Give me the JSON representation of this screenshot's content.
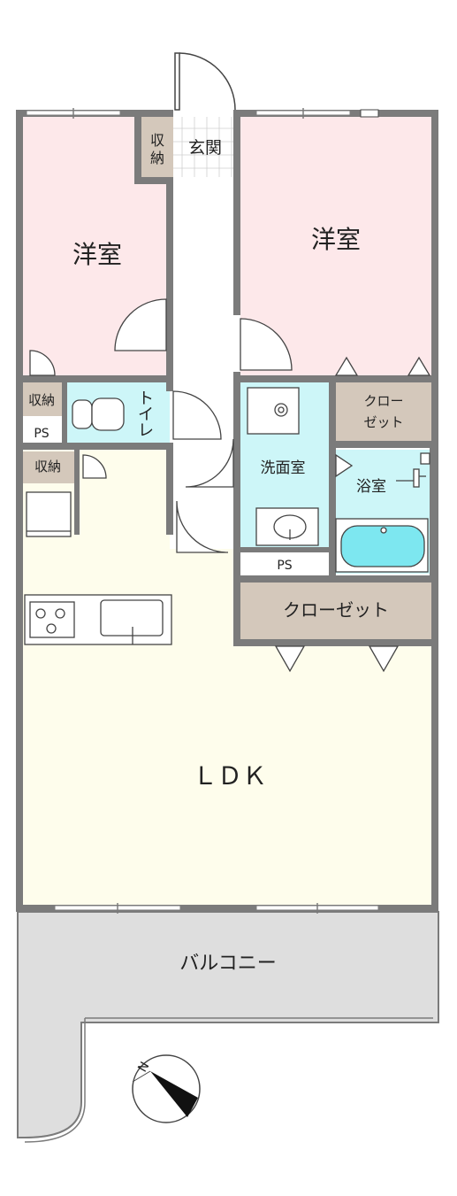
{
  "rooms": {
    "bedroom_left": "洋室",
    "bedroom_right": "洋室",
    "entrance": "玄関",
    "entrance_storage_line1": "収",
    "entrance_storage_line2": "納",
    "storage_1": "収納",
    "storage_2": "収納",
    "ps_1": "PS",
    "ps_2": "PS",
    "toilet_line1": "ト",
    "toilet_line2": "イ",
    "toilet_line3": "レ",
    "closet_small_line1": "クロー",
    "closet_small_line2": "ゼット",
    "washroom": "洗面室",
    "bathroom": "浴室",
    "closet_large": "クローゼット",
    "ldk": "ＬＤＫ",
    "balcony": "バルコニー"
  },
  "compass": {
    "north_label": "N",
    "icon": "compass-arrow-icon"
  },
  "colors": {
    "wall": "#7b7b7b",
    "bedroom": "#fde8ea",
    "ldk": "#fefdec",
    "wet": "#cdf6f8",
    "storage": "#d4c8bb",
    "balcony": "#dedede",
    "hall": "#ffffff"
  }
}
